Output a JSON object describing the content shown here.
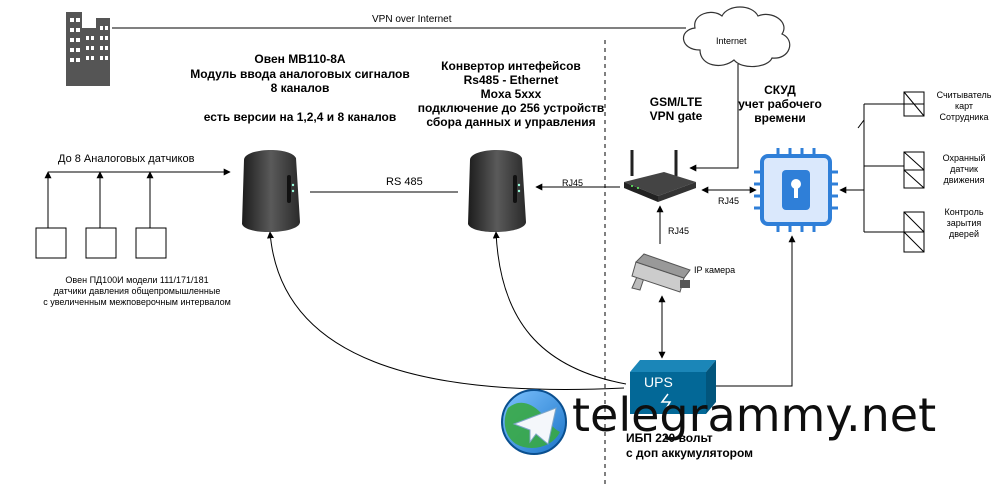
{
  "diagram": {
    "vpn_label": "VPN over Internet",
    "internet_label": "Internet",
    "owen_title": "Овен МВ110-8А",
    "owen_line2": "Модуль ввода аналоговых сигналов",
    "owen_line3": "8 каналов",
    "owen_line4": "есть версии на 1,2,4 и 8 каналов",
    "moxa_line1": "Конвертор интефейсов",
    "moxa_line2": "Rs485 - Ethernet",
    "moxa_line3": "Moxa 5xxx",
    "moxa_line4": "подключение до 256 устройств",
    "moxa_line5": "сбора данных и управления",
    "gsm_line1": "GSM/LTE",
    "gsm_line2": "VPN gate",
    "skud_line1": "СКУД",
    "skud_line2": "учет рабочего",
    "skud_line3": "времени",
    "sensors_label": "До 8 Аналоговых датчиков",
    "sensor_desc1": "Овен ПД100И модели 111/171/181",
    "sensor_desc2": "датчики давления общепромышленные",
    "sensor_desc3": "с увеличенным межповерочным интервалом",
    "rs485_label": "RS 485",
    "rj45_moxa": "RJ45",
    "rj45_skud": "RJ45",
    "rj45_cam": "RJ45",
    "camera_label": "IP камера",
    "ups_label": "UPS",
    "ups_desc1": "ИБП 220 вольт",
    "ups_desc2": "с доп аккумулятором",
    "reader1_line1": "Считыватель",
    "reader1_line2": "карт",
    "reader1_line3": "Сотрудника",
    "reader2_line1": "Охранный",
    "reader2_line2": "датчик",
    "reader2_line3": "движения",
    "reader3_line1": "Контроль",
    "reader3_line2": "зарытия",
    "reader3_line3": "дверей",
    "watermark": "telegrammy.net"
  },
  "colors": {
    "line": "#000000",
    "device_dark": "#3a3a3a",
    "ups_fill": "#036897",
    "skud_fill": "#dae8fc",
    "skud_chip": "#2f7fd8",
    "cloud_stroke": "#333333"
  }
}
